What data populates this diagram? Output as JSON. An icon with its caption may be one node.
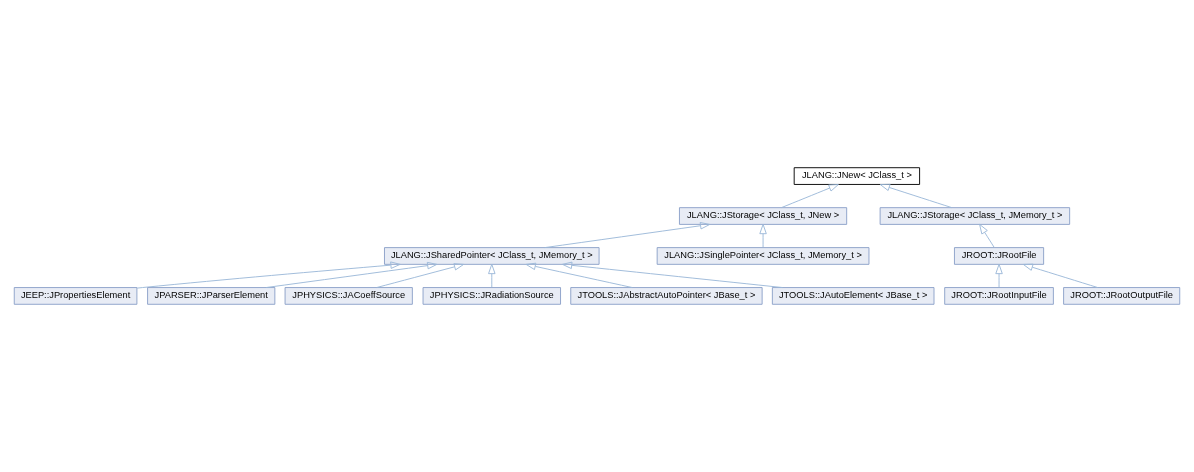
{
  "diagram": {
    "nodes": [
      {
        "text": [
          "JLANG::JNew< JClass_t >"
        ]
      },
      {
        "text": [
          "JLANG::JStorage< JClass_t, JNew >"
        ]
      },
      {
        "text": [
          "JLANG::JStorage< JClass_t, JMemory_t >"
        ]
      },
      {
        "text": [
          "JLANG::JSharedPointer< JClass_t, JMemory_t >"
        ]
      },
      {
        "text": [
          "JLANG::JSinglePointer< JClass_t, JMemory_t >"
        ]
      },
      {
        "text": [
          "JROOT::JRootFile"
        ]
      },
      {
        "text": [
          "JEEP::JPropertiesElement"
        ]
      },
      {
        "text": [
          "JPARSER::JParserElement"
        ]
      },
      {
        "text": [
          "JPHYSICS::JACoeffSource"
        ]
      },
      {
        "text": [
          "JPHYSICS::JRadiationSource"
        ]
      },
      {
        "text": [
          "JTOOLS::JAbstractAutoPointer< JBase_t >"
        ]
      },
      {
        "text": [
          "JTOOLS::JAutoElement< JBase_t >"
        ]
      },
      {
        "text": [
          "JROOT::JRootInputFile"
        ]
      },
      {
        "text": [
          "JROOT::JRootOutputFile"
        ]
      }
    ],
    "edges": [
      {
        "from": 1,
        "to": 0,
        "arrow": "to"
      },
      {
        "from": 2,
        "to": 0,
        "arrow": "to"
      },
      {
        "from": 3,
        "to": 1,
        "arrow": "to"
      },
      {
        "from": 4,
        "to": 1,
        "arrow": "to"
      },
      {
        "from": 5,
        "to": 2,
        "arrow": "to"
      },
      {
        "from": 6,
        "to": 3,
        "arrow": "to"
      },
      {
        "from": 7,
        "to": 3,
        "arrow": "to"
      },
      {
        "from": 8,
        "to": 3,
        "arrow": "to"
      },
      {
        "from": 9,
        "to": 3,
        "arrow": "to"
      },
      {
        "from": 10,
        "to": 3,
        "arrow": "to"
      },
      {
        "from": 11,
        "to": 3,
        "arrow": "to"
      },
      {
        "from": 12,
        "to": 5,
        "arrow": "to"
      },
      {
        "from": 13,
        "to": 5,
        "arrow": "to"
      }
    ]
  }
}
